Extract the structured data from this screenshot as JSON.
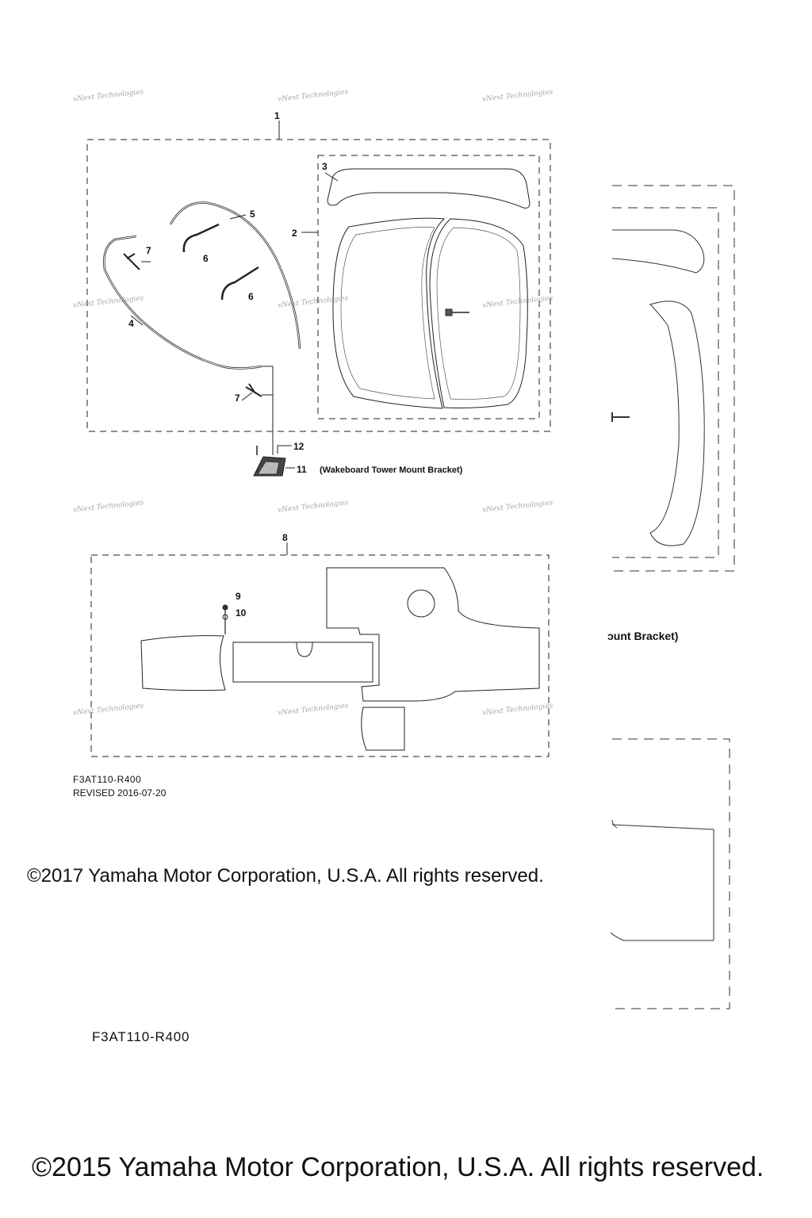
{
  "diagram": {
    "callouts": [
      "1",
      "2",
      "3",
      "4",
      "5",
      "6",
      "6",
      "7",
      "7",
      "8",
      "9",
      "10",
      "11",
      "12"
    ],
    "bracket_label": "(Wakeboard Tower Mount Bracket)",
    "partial_bracket_label": "ɔunt Bracket)",
    "watermark": "vNext Technologies"
  },
  "footer": {
    "code_top": "F3AT110-R400",
    "revised": "REVISED 2016-07-20",
    "copyright_2017": "©2017 Yamaha Motor Corporation, U.S.A. All rights reserved.",
    "code_bottom": "F3AT110-R400",
    "copyright_2015": "©2015 Yamaha Motor Corporation, U.S.A. All rights reserved."
  }
}
